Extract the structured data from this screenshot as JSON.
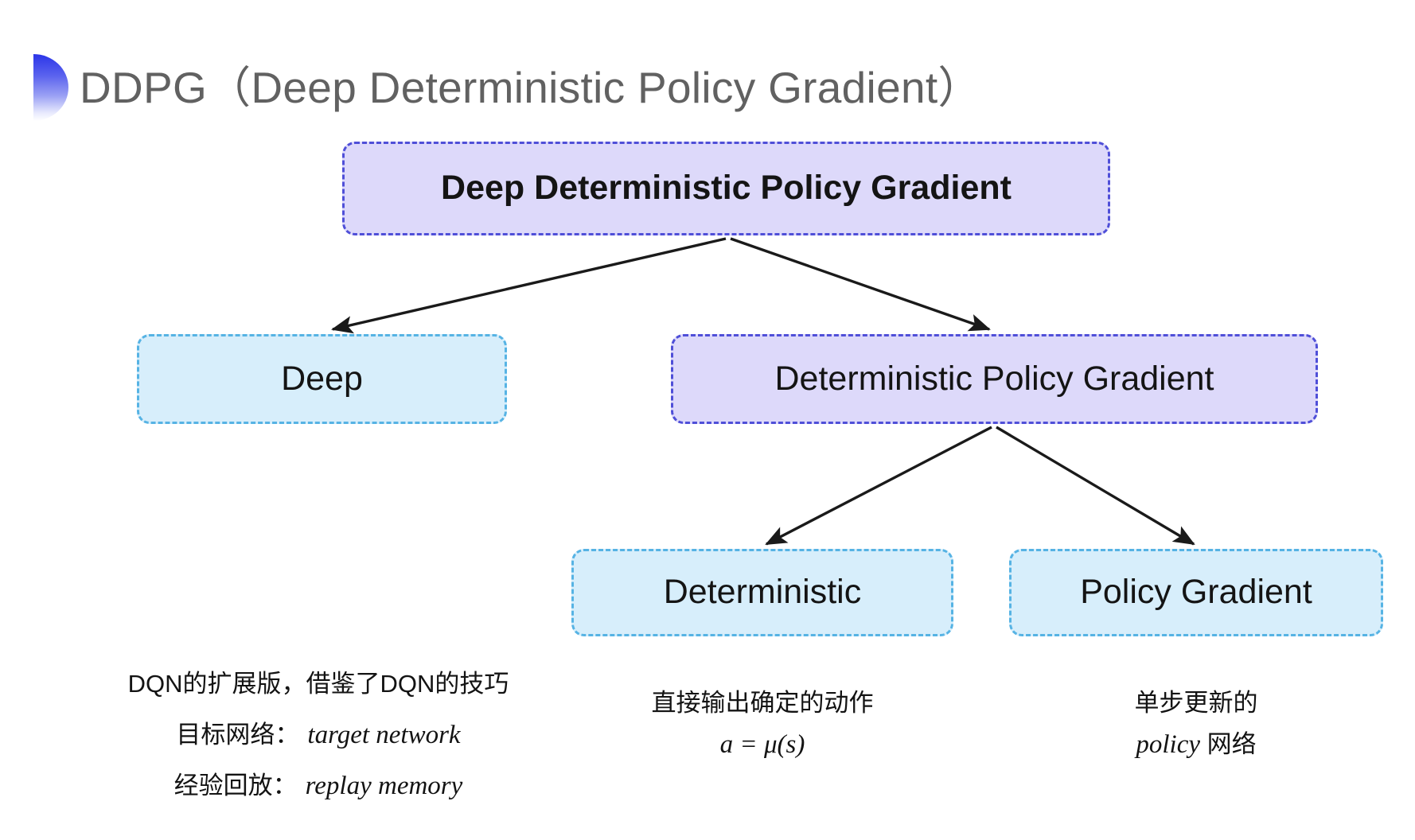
{
  "slide": {
    "title": "DDPG（Deep Deterministic Policy Gradient）",
    "bullet_icon": "semicircle-bullet-icon",
    "background_color": "#ffffff",
    "title_color": "#616161"
  },
  "colors": {
    "purple_fill": "#ddd9fa",
    "purple_border": "#4f4fd8",
    "blue_fill": "#d7eefb",
    "blue_border": "#56b3e4",
    "arrow": "#1a1a1a",
    "text": "#131313"
  },
  "diagram": {
    "type": "tree",
    "nodes": [
      {
        "id": "root",
        "label": "Deep Deterministic Policy Gradient",
        "style": "purple",
        "level": 0
      },
      {
        "id": "deep",
        "label": "Deep",
        "style": "blue",
        "level": 1
      },
      {
        "id": "dpg",
        "label": "Deterministic Policy Gradient",
        "style": "purple",
        "level": 1
      },
      {
        "id": "deterministic",
        "label": "Deterministic",
        "style": "blue",
        "level": 2
      },
      {
        "id": "policy_gradient",
        "label": "Policy Gradient",
        "style": "blue",
        "level": 2
      }
    ],
    "edges": [
      {
        "from": "root",
        "to": "deep"
      },
      {
        "from": "root",
        "to": "dpg"
      },
      {
        "from": "dpg",
        "to": "deterministic"
      },
      {
        "from": "dpg",
        "to": "policy_gradient"
      }
    ]
  },
  "annotations": {
    "deep": {
      "line1": "DQN的扩展版，借鉴了DQN的技巧",
      "line2_label": "目标网络：",
      "line2_value": "target network",
      "line3_label": "经验回放：",
      "line3_value": "replay memory"
    },
    "deterministic": {
      "line1": "直接输出确定的动作",
      "line2": "a = μ(s)"
    },
    "policy_gradient": {
      "line1": "单步更新的",
      "line2_value": "policy",
      "line2_suffix": " 网络"
    }
  }
}
